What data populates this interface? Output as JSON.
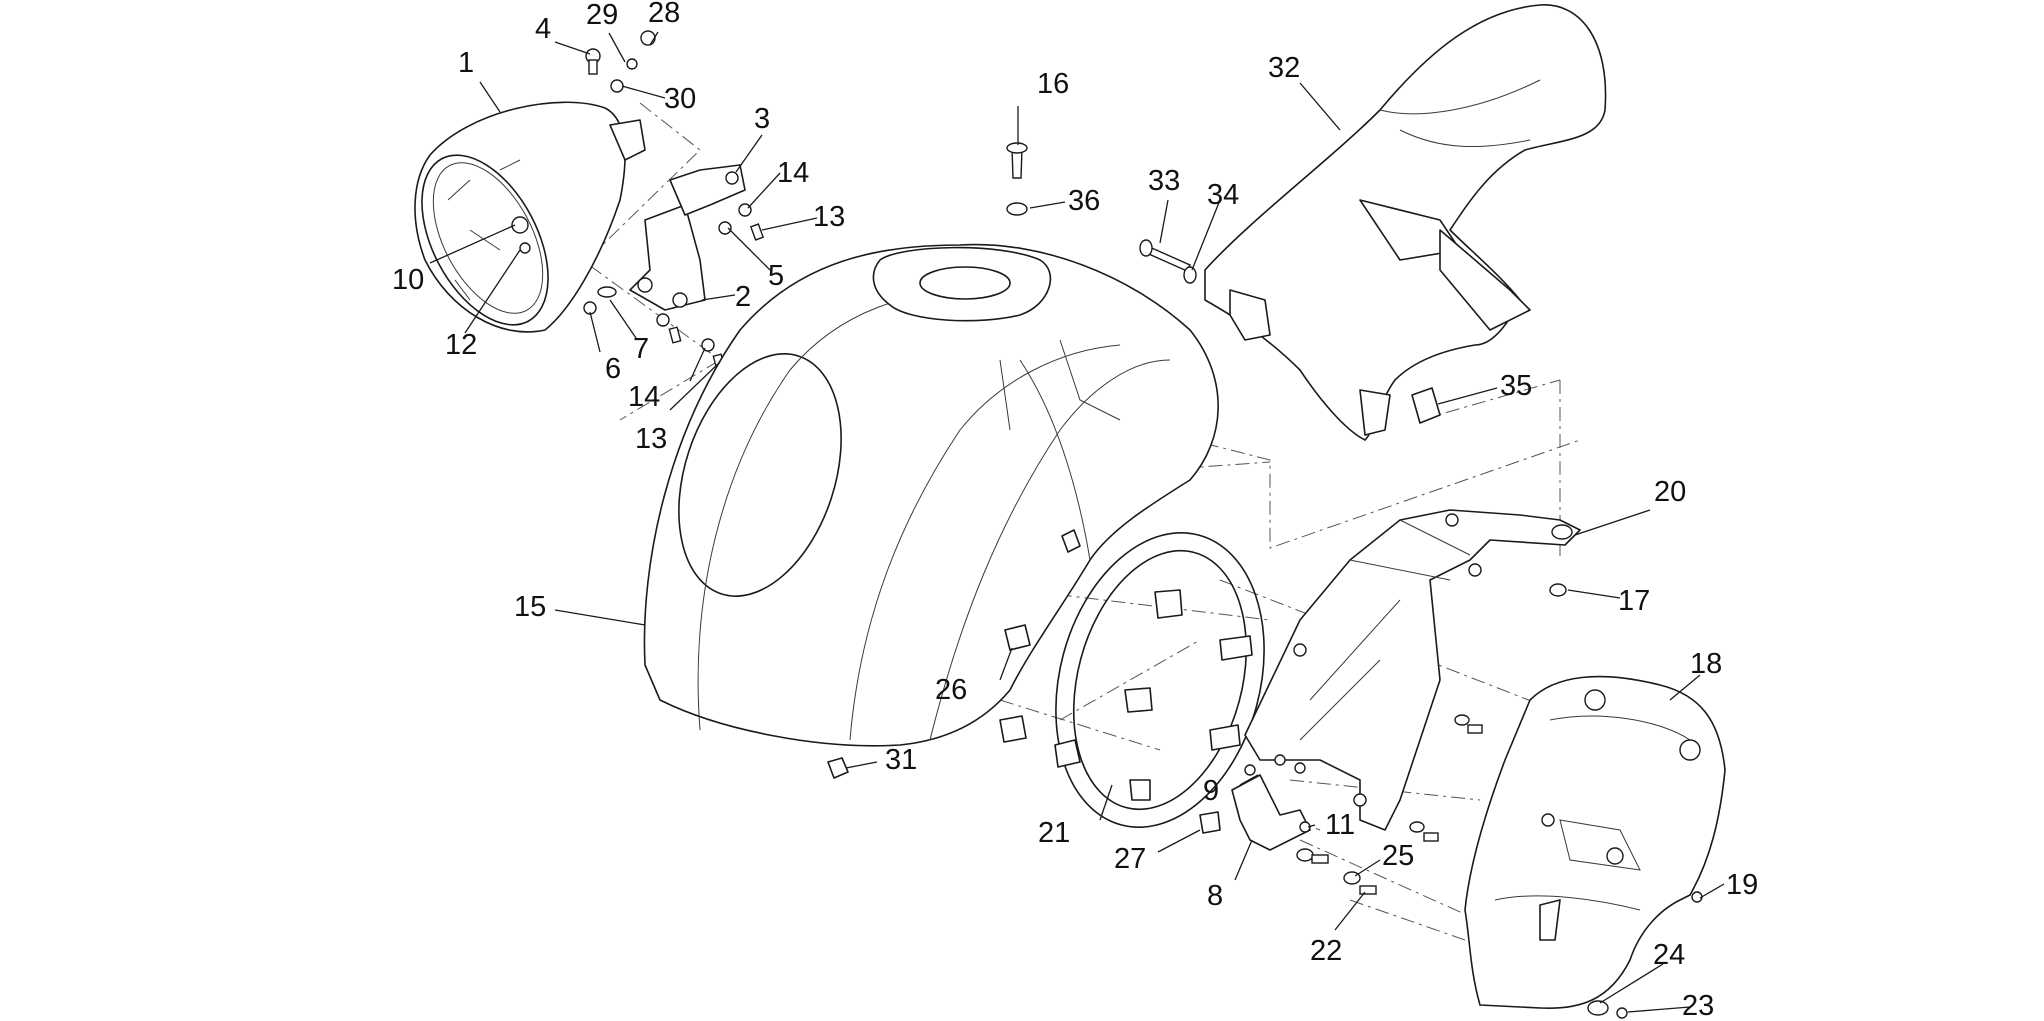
{
  "diagram": {
    "callouts": {
      "c1": "1",
      "c2": "2",
      "c3": "3",
      "c4": "4",
      "c5": "5",
      "c6": "6",
      "c7": "7",
      "c8": "8",
      "c9": "9",
      "c10": "10",
      "c11": "11",
      "c12": "12",
      "c13a": "13",
      "c13b": "13",
      "c14a": "14",
      "c14b": "14",
      "c15": "15",
      "c16": "16",
      "c17": "17",
      "c18": "18",
      "c19": "19",
      "c20": "20",
      "c21": "21",
      "c22": "22",
      "c23": "23",
      "c24": "24",
      "c25": "25",
      "c26": "26",
      "c27": "27",
      "c28": "28",
      "c29": "29",
      "c30": "30",
      "c31": "31",
      "c32": "32",
      "c33": "33",
      "c34": "34",
      "c35": "35",
      "c36": "36"
    }
  }
}
